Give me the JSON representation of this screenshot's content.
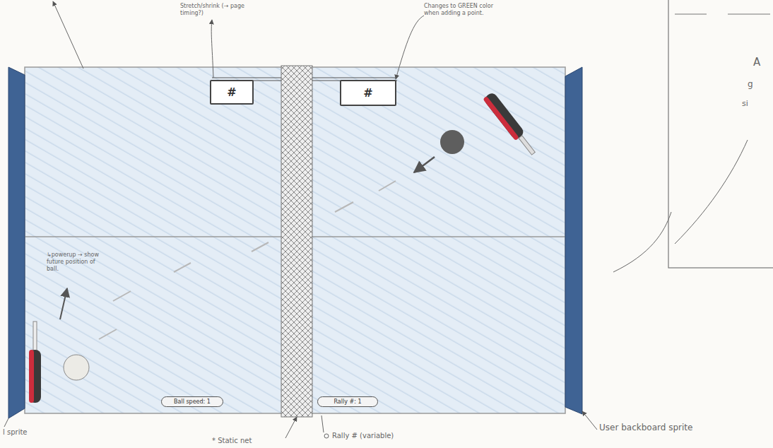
{
  "diagram": {
    "nodes": [
      {
        "text": [
          "#"
        ]
      },
      {
        "text": [
          "#"
        ]
      },
      {
        "text": [
          "Ball speed: 1"
        ]
      },
      {
        "text": [
          "Rally #: 1"
        ]
      }
    ],
    "labels": [
      "Stretch/shrink (→ page timing?)",
      "Changes to GREEN color when adding a point.",
      "↳powerup → show future position of ball.",
      "l sprite",
      "* Static net",
      "Rally # (variable)",
      "User backboard sprite",
      "A",
      "g",
      "si"
    ]
  }
}
